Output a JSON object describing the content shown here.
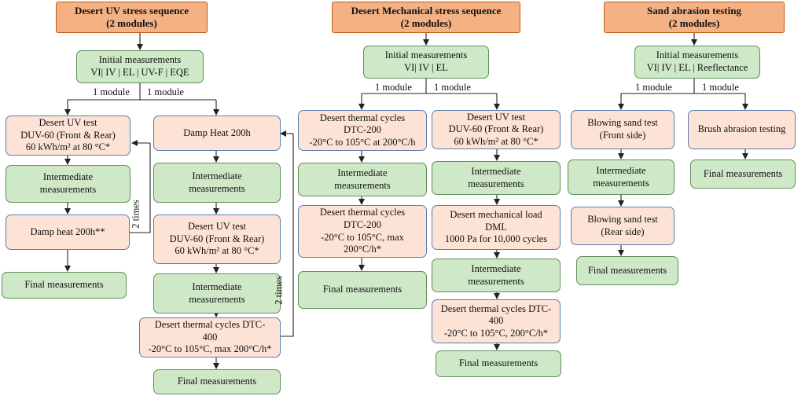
{
  "uv": {
    "header": [
      "Desert UV stress sequence",
      "(2 modules)"
    ],
    "initial": [
      "Initial measurements",
      "VI| IV | EL | UV-F | EQE"
    ],
    "split_left": "1 module",
    "split_right": "1 module",
    "left": {
      "uv_test": [
        "Desert UV test",
        "DUV-60 (Front & Rear)",
        "60 kWh/m² at 80 °C*"
      ],
      "intermediate": [
        "Intermediate",
        "measurements"
      ],
      "damp_heat": "Damp heat 200h**",
      "final": "Final measurements",
      "loop_label": "2 times"
    },
    "right": {
      "damp_heat": "Damp Heat 200h",
      "intermediate_1": [
        "Intermediate",
        "measurements"
      ],
      "uv_test": [
        "Desert UV test",
        "DUV-60 (Front & Rear)",
        "60 kWh/m² at 80 °C*"
      ],
      "intermediate_2": [
        "Intermediate",
        "measurements"
      ],
      "dtc": [
        "Desert thermal cycles DTC-",
        "400",
        "-20°C to 105°C, max 200°C/h*"
      ],
      "final": "Final measurements",
      "loop_label": "2 times"
    }
  },
  "mech": {
    "header": [
      "Desert Mechanical stress sequence",
      "(2 modules)"
    ],
    "initial": [
      "Initial measurements",
      "VI| IV | EL"
    ],
    "split_left": "1 module",
    "split_right": "1 module",
    "left": {
      "dtc_1": [
        "Desert thermal cycles",
        "DTC-200",
        "-20°C to 105°C at 200°C/h"
      ],
      "intermediate": [
        "Intermediate",
        "measurements"
      ],
      "dtc_2": [
        "Desert thermal cycles",
        "DTC-200",
        "-20°C to 105°C, max",
        "200°C/h*"
      ],
      "final": "Final measurements"
    },
    "right": {
      "uv_test": [
        "Desert UV test",
        "DUV-60 (Front & Rear)",
        "60 kWh/m² at 80 °C*"
      ],
      "intermediate_1": [
        "Intermediate",
        "measurements"
      ],
      "load": [
        "Desert mechanical load",
        "DML",
        "1000 Pa for 10,000 cycles"
      ],
      "intermediate_2": [
        "Intermediate",
        "measurements"
      ],
      "dtc": [
        "Desert thermal cycles DTC-",
        "400",
        "-20°C to 105°C, 200°C/h*"
      ],
      "final": "Final measurements"
    }
  },
  "sand": {
    "header": [
      "Sand abrasion testing",
      "(2 modules)"
    ],
    "initial": [
      "Initial measurements",
      "VI| IV | EL | Reeflectance"
    ],
    "split_left": "1 module",
    "split_right": "1 module",
    "left": {
      "blow_front": [
        "Blowing sand test",
        "(Front side)"
      ],
      "intermediate": [
        "Intermediate",
        "measurements"
      ],
      "blow_rear": [
        "Blowing sand test",
        "(Rear side)"
      ],
      "final": "Final measurements"
    },
    "right": {
      "brush": "Brush abrasion testing",
      "final": "Final measurements"
    }
  },
  "colors": {
    "header_fill": "#f4b183",
    "measurement_fill": "#cfe8c8",
    "test_fill": "#fde3d6",
    "connector": "#222222"
  }
}
